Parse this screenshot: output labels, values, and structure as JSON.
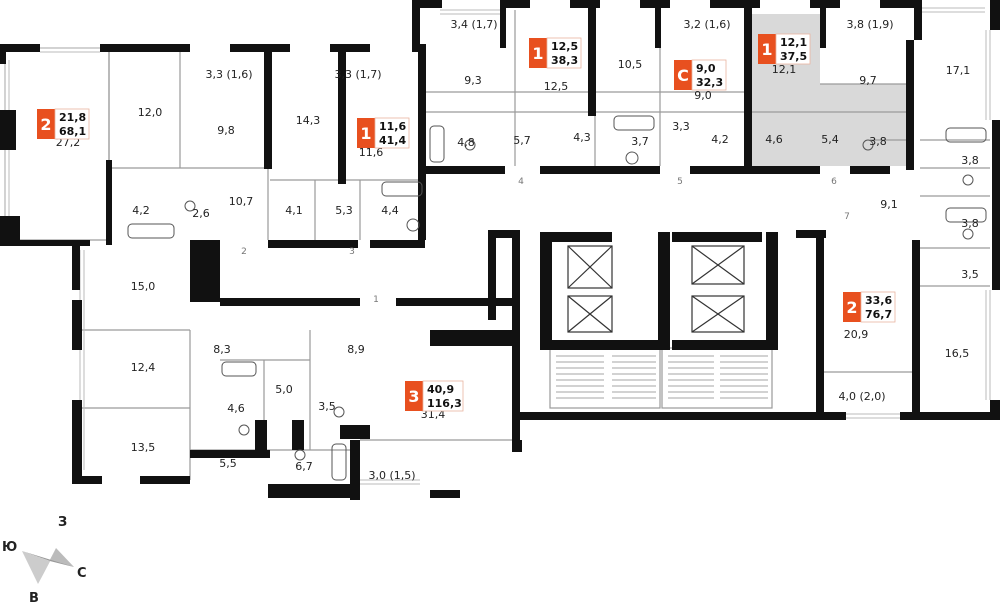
{
  "colors": {
    "wall": "#111111",
    "badge": "#e8501f",
    "highlight": "#d9d9d9",
    "thin_line": "#888888",
    "window": "#bbbbbb"
  },
  "apartments": [
    {
      "id": "apt-2-west",
      "rooms": "2",
      "living": "21,8",
      "total": "68,1"
    },
    {
      "id": "apt-1-a",
      "rooms": "1",
      "living": "11,6",
      "total": "41,4"
    },
    {
      "id": "apt-1-b",
      "rooms": "1",
      "living": "12,5",
      "total": "38,3"
    },
    {
      "id": "apt-c",
      "rooms": "С",
      "living": "9,0",
      "total": "32,3"
    },
    {
      "id": "apt-1-c",
      "rooms": "1",
      "living": "12,1",
      "total": "37,5"
    },
    {
      "id": "apt-2-east",
      "rooms": "2",
      "living": "33,6",
      "total": "76,7"
    },
    {
      "id": "apt-3",
      "rooms": "3",
      "living": "40,9",
      "total": "116,3"
    }
  ],
  "room_labels": [
    "27,2",
    "12,0",
    "9,8",
    "3,3 (1,6)",
    "14,3",
    "3,3 (1,7)",
    "11,6",
    "4,2",
    "2,6",
    "10,7",
    "4,1",
    "5,3",
    "4,4",
    "3,4 (1,7)",
    "9,3",
    "12,5",
    "10,5",
    "3,2 (1,6)",
    "9,0",
    "12,1",
    "3,8 (1,9)",
    "9,7",
    "17,1",
    "4,8",
    "5,7",
    "4,3",
    "3,7",
    "3,3",
    "4,2",
    "4,6",
    "5,4",
    "3,8",
    "3,8",
    "3,8",
    "9,1",
    "3,5",
    "20,9",
    "16,5",
    "4,0 (2,0)",
    "15,0",
    "12,4",
    "13,5",
    "8,3",
    "4,6",
    "5,0",
    "5,5",
    "6,7",
    "3,5",
    "8,9",
    "31,4",
    "3,0 (1,5)"
  ],
  "door_numbers": [
    "1",
    "2",
    "3",
    "4",
    "5",
    "6",
    "7"
  ],
  "compass": {
    "north": "З",
    "east": "С",
    "south": "В",
    "west": "Ю"
  }
}
